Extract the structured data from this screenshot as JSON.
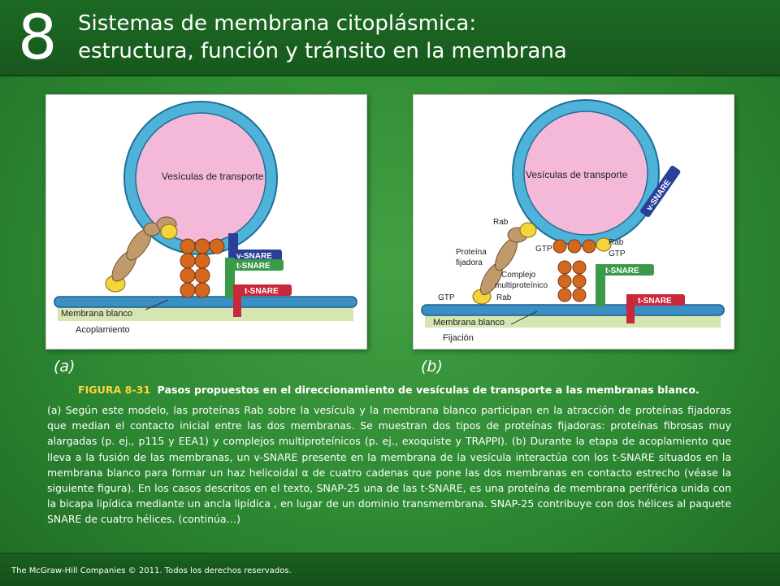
{
  "header": {
    "chapter_number": "8",
    "title_line1": "Sistemas de membrana citoplásmica:",
    "title_line2": "estructura, función y tránsito en la membrana"
  },
  "panel_a": {
    "vesicle_label": "Vesículas de transporte",
    "v_snare": "v-SNARE",
    "t_snare_1": "t-SNARE",
    "t_snare_2": "t-SNARE",
    "membrane_label": "Membrana blanco",
    "stage_label": "Acoplamiento",
    "panel_letter": "(a)"
  },
  "panel_b": {
    "vesicle_label": "Vesículas de transporte",
    "v_snare": "v-SNARE",
    "rab_top": "Rab",
    "gtp_top": "GTP",
    "rab_right": "Rab",
    "gtp_right": "GTP",
    "tether_label_1": "Proteína",
    "tether_label_2": "fijadora",
    "complex_label_1": "Complejo",
    "complex_label_2": "multiproteínico",
    "gtp_bottom": "GTP",
    "rab_bottom": "Rab",
    "t_snare_1": "t-SNARE",
    "t_snare_2": "t-SNARE",
    "membrane_label": "Membrana blanco",
    "stage_label": "Fijación",
    "panel_letter": "(b)"
  },
  "figure": {
    "number": "FIGURA 8-31",
    "title": "Pasos propuestos en el direccionamiento de vesículas de transporte a las membranas blanco.",
    "caption": "(a) Según este modelo, las proteínas Rab sobre la vesícula y la membrana blanco participan en la atracción de proteínas fijadoras que median el contacto inicial entre las dos membranas. Se muestran dos tipos de proteínas fijadoras: proteínas fibrosas muy alargadas (p. ej., p115 y EEA1) y complejos multiproteínicos (p. ej., exoquiste y TRAPPI). (b) Durante la etapa de acoplamiento que lleva a la fusión de las membranas, un v-SNARE presente en la membrana de la vesícula interactúa con los t-SNARE situados en la membrana blanco para formar un haz helicoidal α de cuatro cadenas que pone las dos membranas en contacto estrecho (véase la siguiente figura). En los casos descritos en el texto, SNAP-25 una de las t-SNARE, es una proteína de membrana periférica unida con la bicapa lipídica mediante un ancla lipídica , en lugar de un dominio transmembrana. SNAP-25 contribuye con dos hélices al paquete SNARE de cuatro hélices. (continúa…)"
  },
  "footer": {
    "copyright": "The McGraw-Hill Companies © 2011. Todos los derechos reservados."
  },
  "colors": {
    "vesicle_fill": "#f4b8d8",
    "vesicle_ring": "#4fb3d9",
    "membrane_bar": "#3a8fc4",
    "membrane_band": "#d6e6b3",
    "v_snare": "#2a3f9a",
    "t_snare_green": "#3a9a4a",
    "t_snare_red": "#c8283a",
    "complex_balls": "#d2691e",
    "rab_yellow": "#f3d43a",
    "fiber_tan": "#c09a6a"
  }
}
